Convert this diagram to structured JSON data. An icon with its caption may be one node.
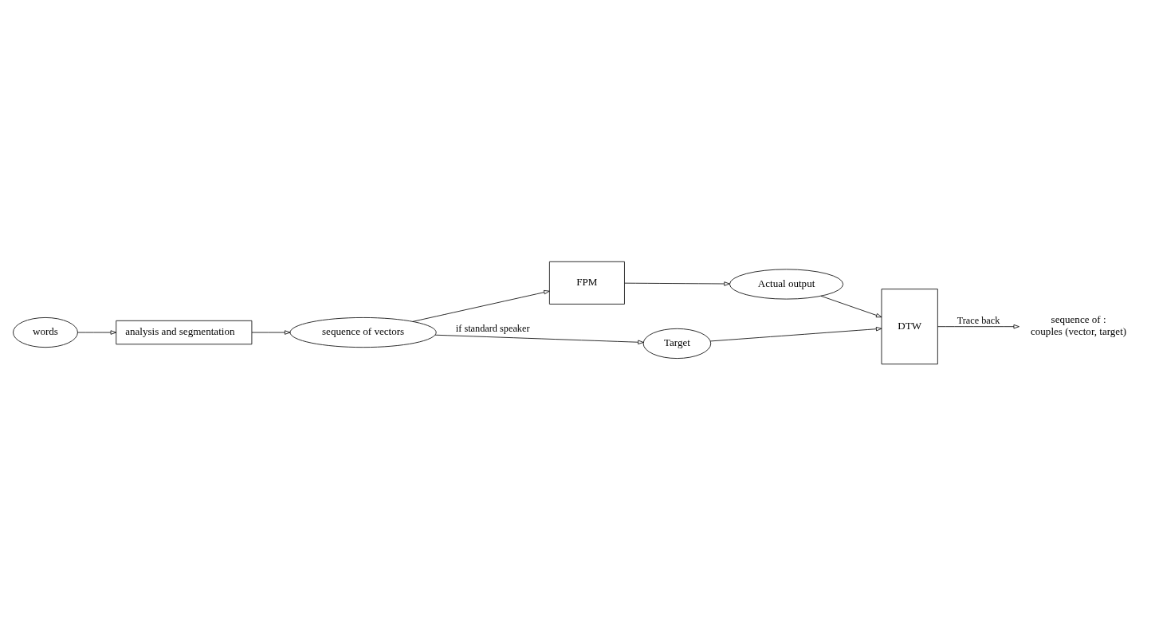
{
  "diagram": {
    "nodes": [
      {
        "text": [
          "words"
        ]
      },
      {
        "text": [
          "analysis and segmentation"
        ]
      },
      {
        "text": [
          "sequence of vectors"
        ]
      },
      {
        "text": [
          "FPM"
        ]
      },
      {
        "text": [
          "Actual output"
        ]
      },
      {
        "text": [
          "Target"
        ]
      },
      {
        "text": [
          "DTW"
        ]
      },
      {
        "text": [
          "sequence of :",
          "couples (vector, target)"
        ]
      }
    ],
    "edges": [
      {
        "from": 0,
        "to": 1,
        "arrow": "to"
      },
      {
        "from": 1,
        "to": 2,
        "arrow": "to"
      },
      {
        "from": 2,
        "to": 3,
        "arrow": "to"
      },
      {
        "from": 3,
        "to": 4,
        "arrow": "to"
      },
      {
        "from": 2,
        "to": 5,
        "arrow": "to",
        "label": "if standard speaker"
      },
      {
        "from": 4,
        "to": 6,
        "arrow": "to"
      },
      {
        "from": 5,
        "to": 6,
        "arrow": "to"
      },
      {
        "from": 6,
        "to": 7,
        "arrow": "to",
        "label": "Trace back"
      }
    ]
  }
}
